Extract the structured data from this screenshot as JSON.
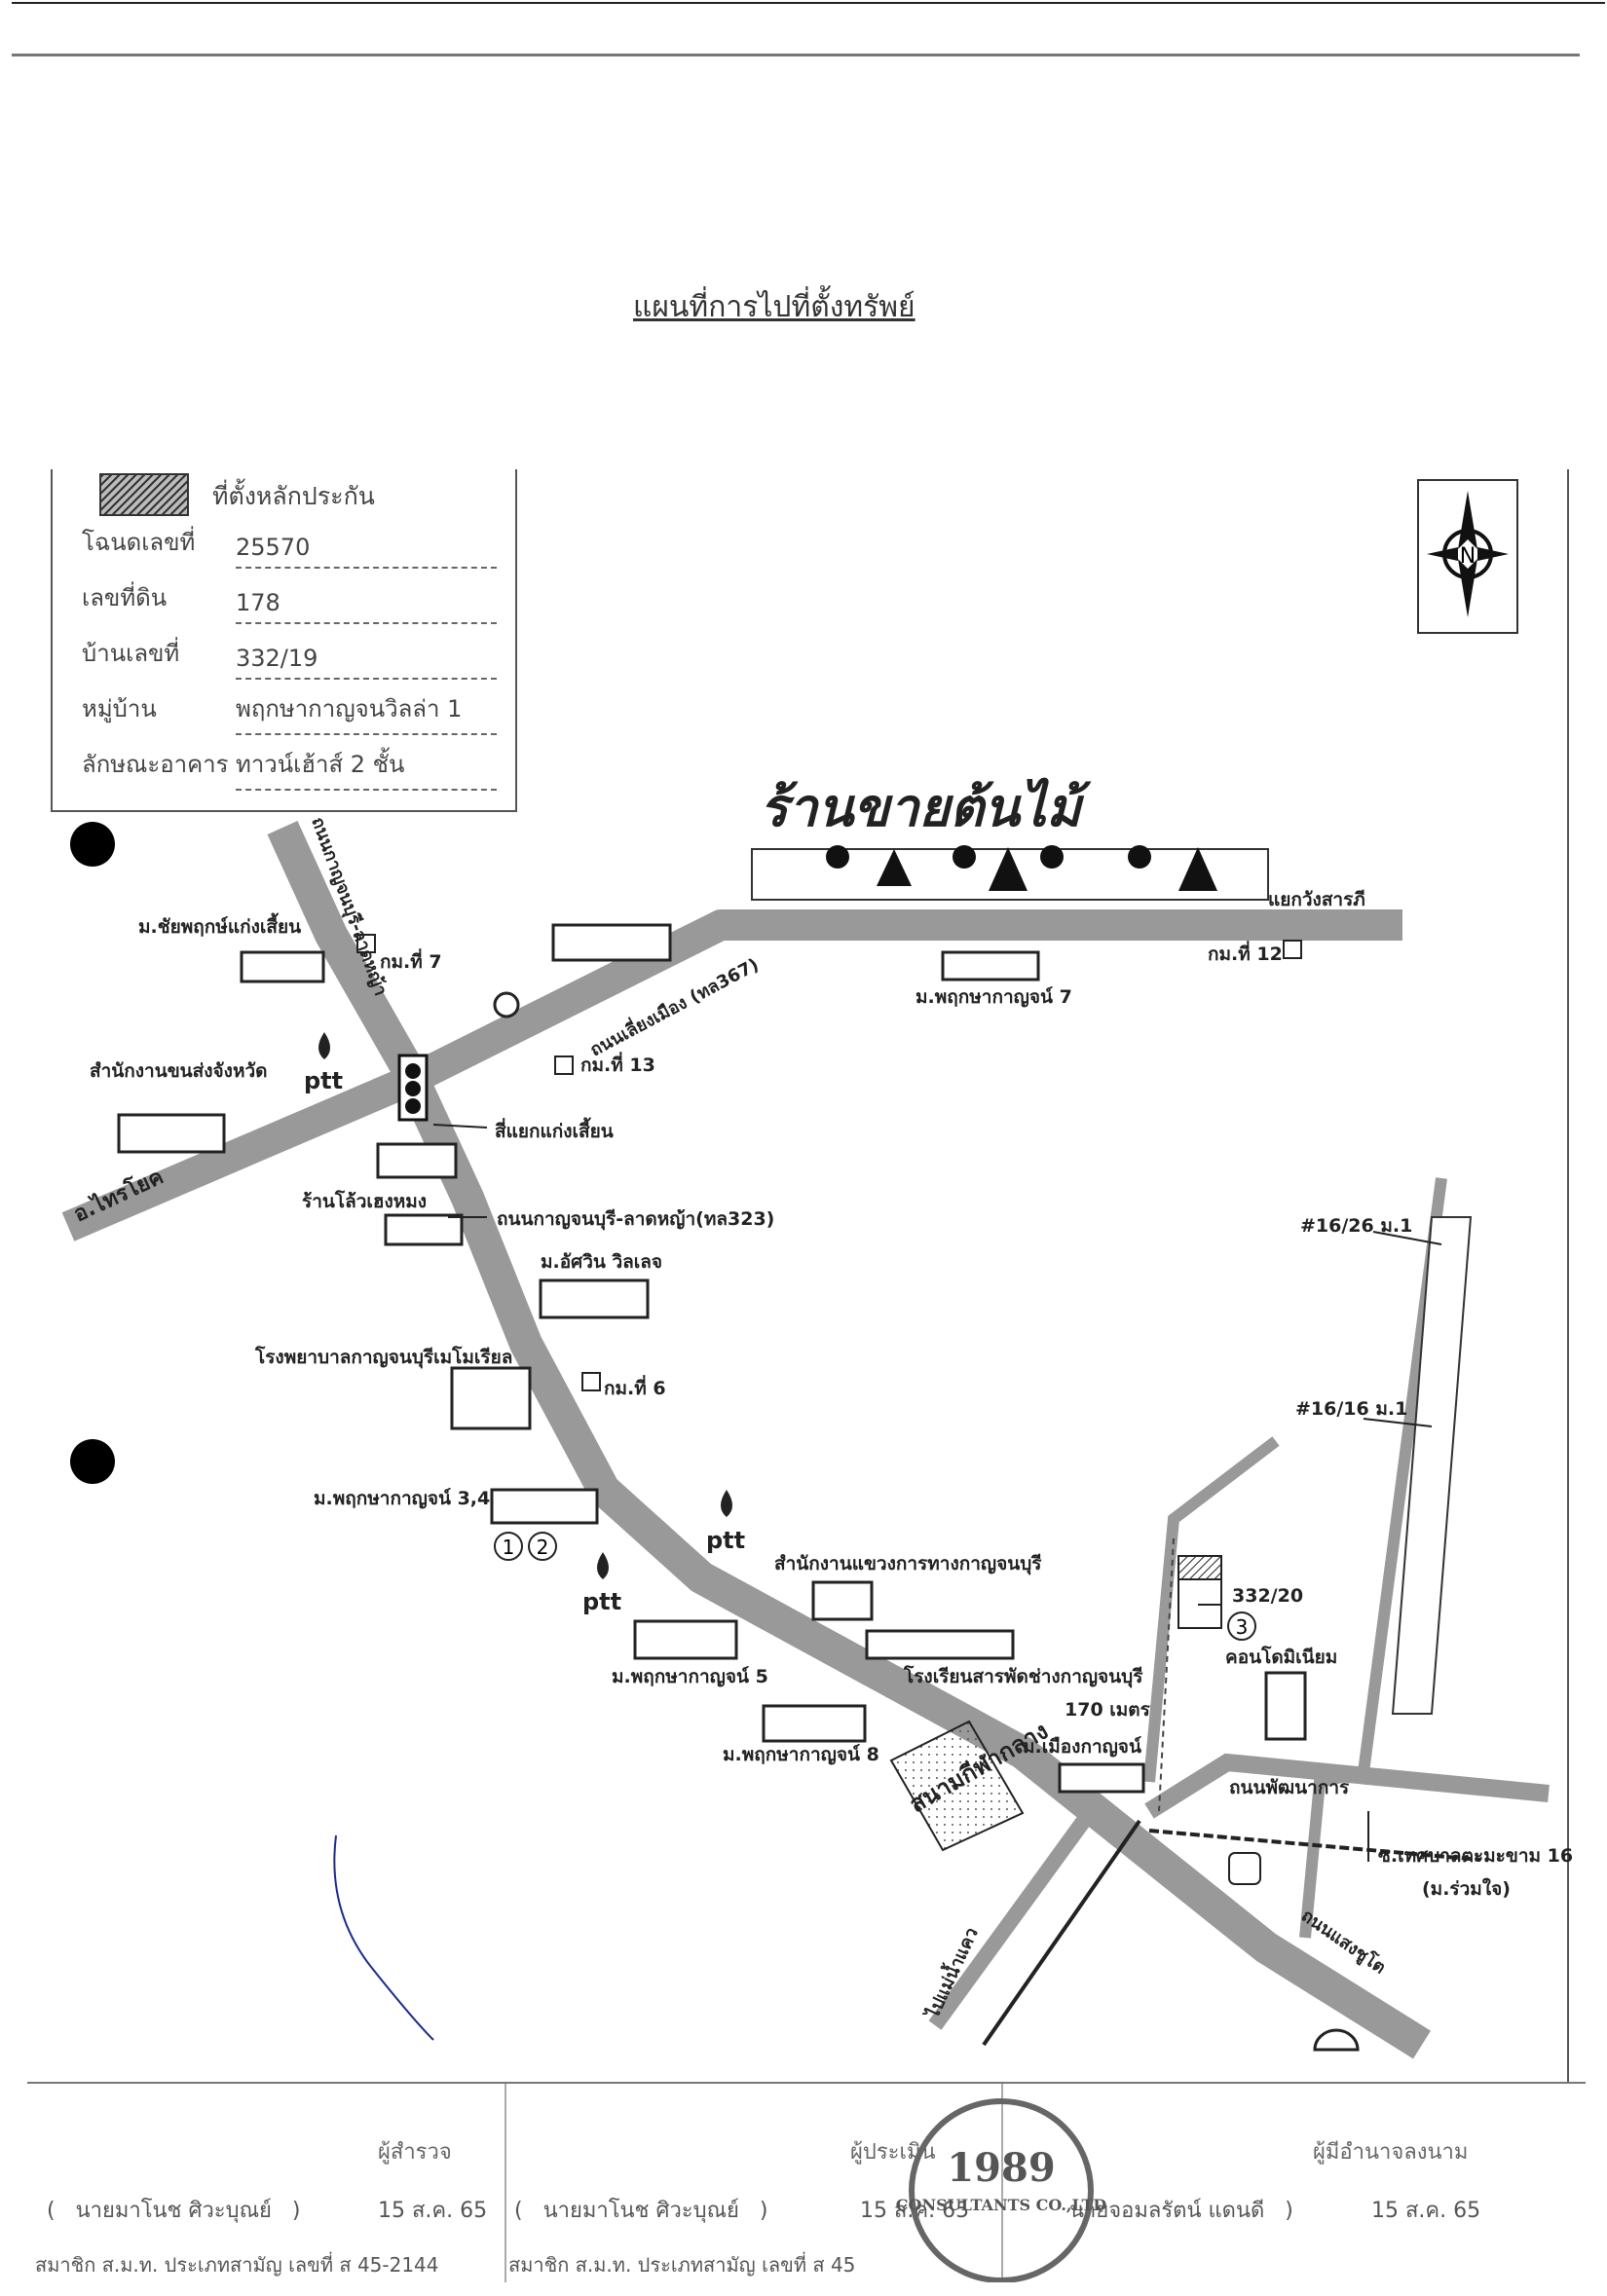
{
  "title": "แผนที่การไปที่ตั้งทรัพย์",
  "legend": {
    "swatch_label": "ที่ตั้งหลักประกัน",
    "rows": [
      {
        "key": "โฉนดเลขที่",
        "value": "25570"
      },
      {
        "key": "เลขที่ดิน",
        "value": "178"
      },
      {
        "key": "บ้านเลขที่",
        "value": "332/19"
      },
      {
        "key": "หมู่บ้าน",
        "value": "พฤกษากาญจนวิลล่า 1"
      },
      {
        "key": "ลักษณะอาคาร",
        "value": "ทาวน์เฮ้าส์ 2 ชั้น"
      }
    ]
  },
  "compass": {
    "letter": "N"
  },
  "map": {
    "shop_banner": "ร้านขายต้นไม้",
    "labels": {
      "road_kanchanaburi": "ถนนกาญจนบุรี-ลาดหญ้า",
      "yaek_wang_sarapee": "แยกวังสารภี",
      "road_saeng_chuto": "ถนนเลี่ยงเมือง (ทล367)",
      "village_chaiyaphruek": "ม.ชัยพฤกษ์แก่งเสี้ยน",
      "km7": "กม.ที่ 7",
      "km12": "กม.ที่ 12",
      "km13": "กม.ที่ 13",
      "km6": "กม.ที่ 6",
      "village_phruksa7": "ม.พฤกษากาญจน์ 7",
      "provincial_transport": "สำนักงานขนส่งจังหวัด",
      "intersection": "สี่แยกแก่งเสี้ยน",
      "to_sai_yok": "อ.ไทรโยค",
      "shop_ruan": "ร้านโล้วเฮงหมง",
      "road_323": "ถนนกาญจนบุรี-ลาดหญ้า(ทล323)",
      "village_asawin": "ม.อัศวิน วิลเลจ",
      "hospital": "โรงพยาบาลกาญจนบุรีเมโมเรียล",
      "village_phruksa34": "ม.พฤกษากาญจน์ 3,4",
      "circle1": "1",
      "circle2": "2",
      "highway_office": "สำนักงานแขวงการทางกาญจนบุรี",
      "school": "โรงเรียนสารพัดช่างกาญจนบุรี",
      "village_phruksa5": "ม.พฤกษากาญจน์ 5",
      "village_phruksa8": "ม.พฤกษากาญจน์ 8",
      "distance": "170 เมตร",
      "village_mueang": "ม.เมืองกาญจน์",
      "stadium": "สนามกีฬากลาง",
      "plot_332_20": "332/20",
      "circle3": "3",
      "condo": "คอนโดมิเนียม",
      "road_phatthanakan": "ถนนพัฒนาการ",
      "soi_16": "ซ.เทศบาลตะมะขาม 16",
      "soi_16_sub": "(ม.ร่วมใจ)",
      "plot_16_26": "#16/26 ม.1",
      "plot_16_16": "#16/16 ม.1",
      "to_nam_tok": "ไปแม่น้ำแคว",
      "road_saengchuto_bottom": "ถนนแสงชูโต",
      "ptt": "ptt"
    }
  },
  "footer": {
    "surveyor_label": "ผู้สำรวจ",
    "surveyor_name": "นายมาโนช ศิวะบุณย์",
    "surveyor_date": "15 ส.ค. 65",
    "surveyor_member": "สมาชิก ส.ม.ท. ประเภทสามัญ เลขที่   ส 45-2144",
    "appraiser_label": "ผู้ประเมิน",
    "appraiser_name": "นายมาโนช ศิวะบุณย์",
    "appraiser_date": "15 ส.ค. 65",
    "appraiser_member": "สมาชิก ส.ม.ท. ประเภทสามัญ เลขที่   ส 45",
    "signer_label": "ผู้มีอำนาจลงนาม",
    "signer_name": "นายจอมลรัตน์ แดนดี",
    "signer_date": "15 ส.ค. 65",
    "stamp_top": "1989",
    "stamp_bottom": "CONSULTANTS CO.,LTD"
  }
}
